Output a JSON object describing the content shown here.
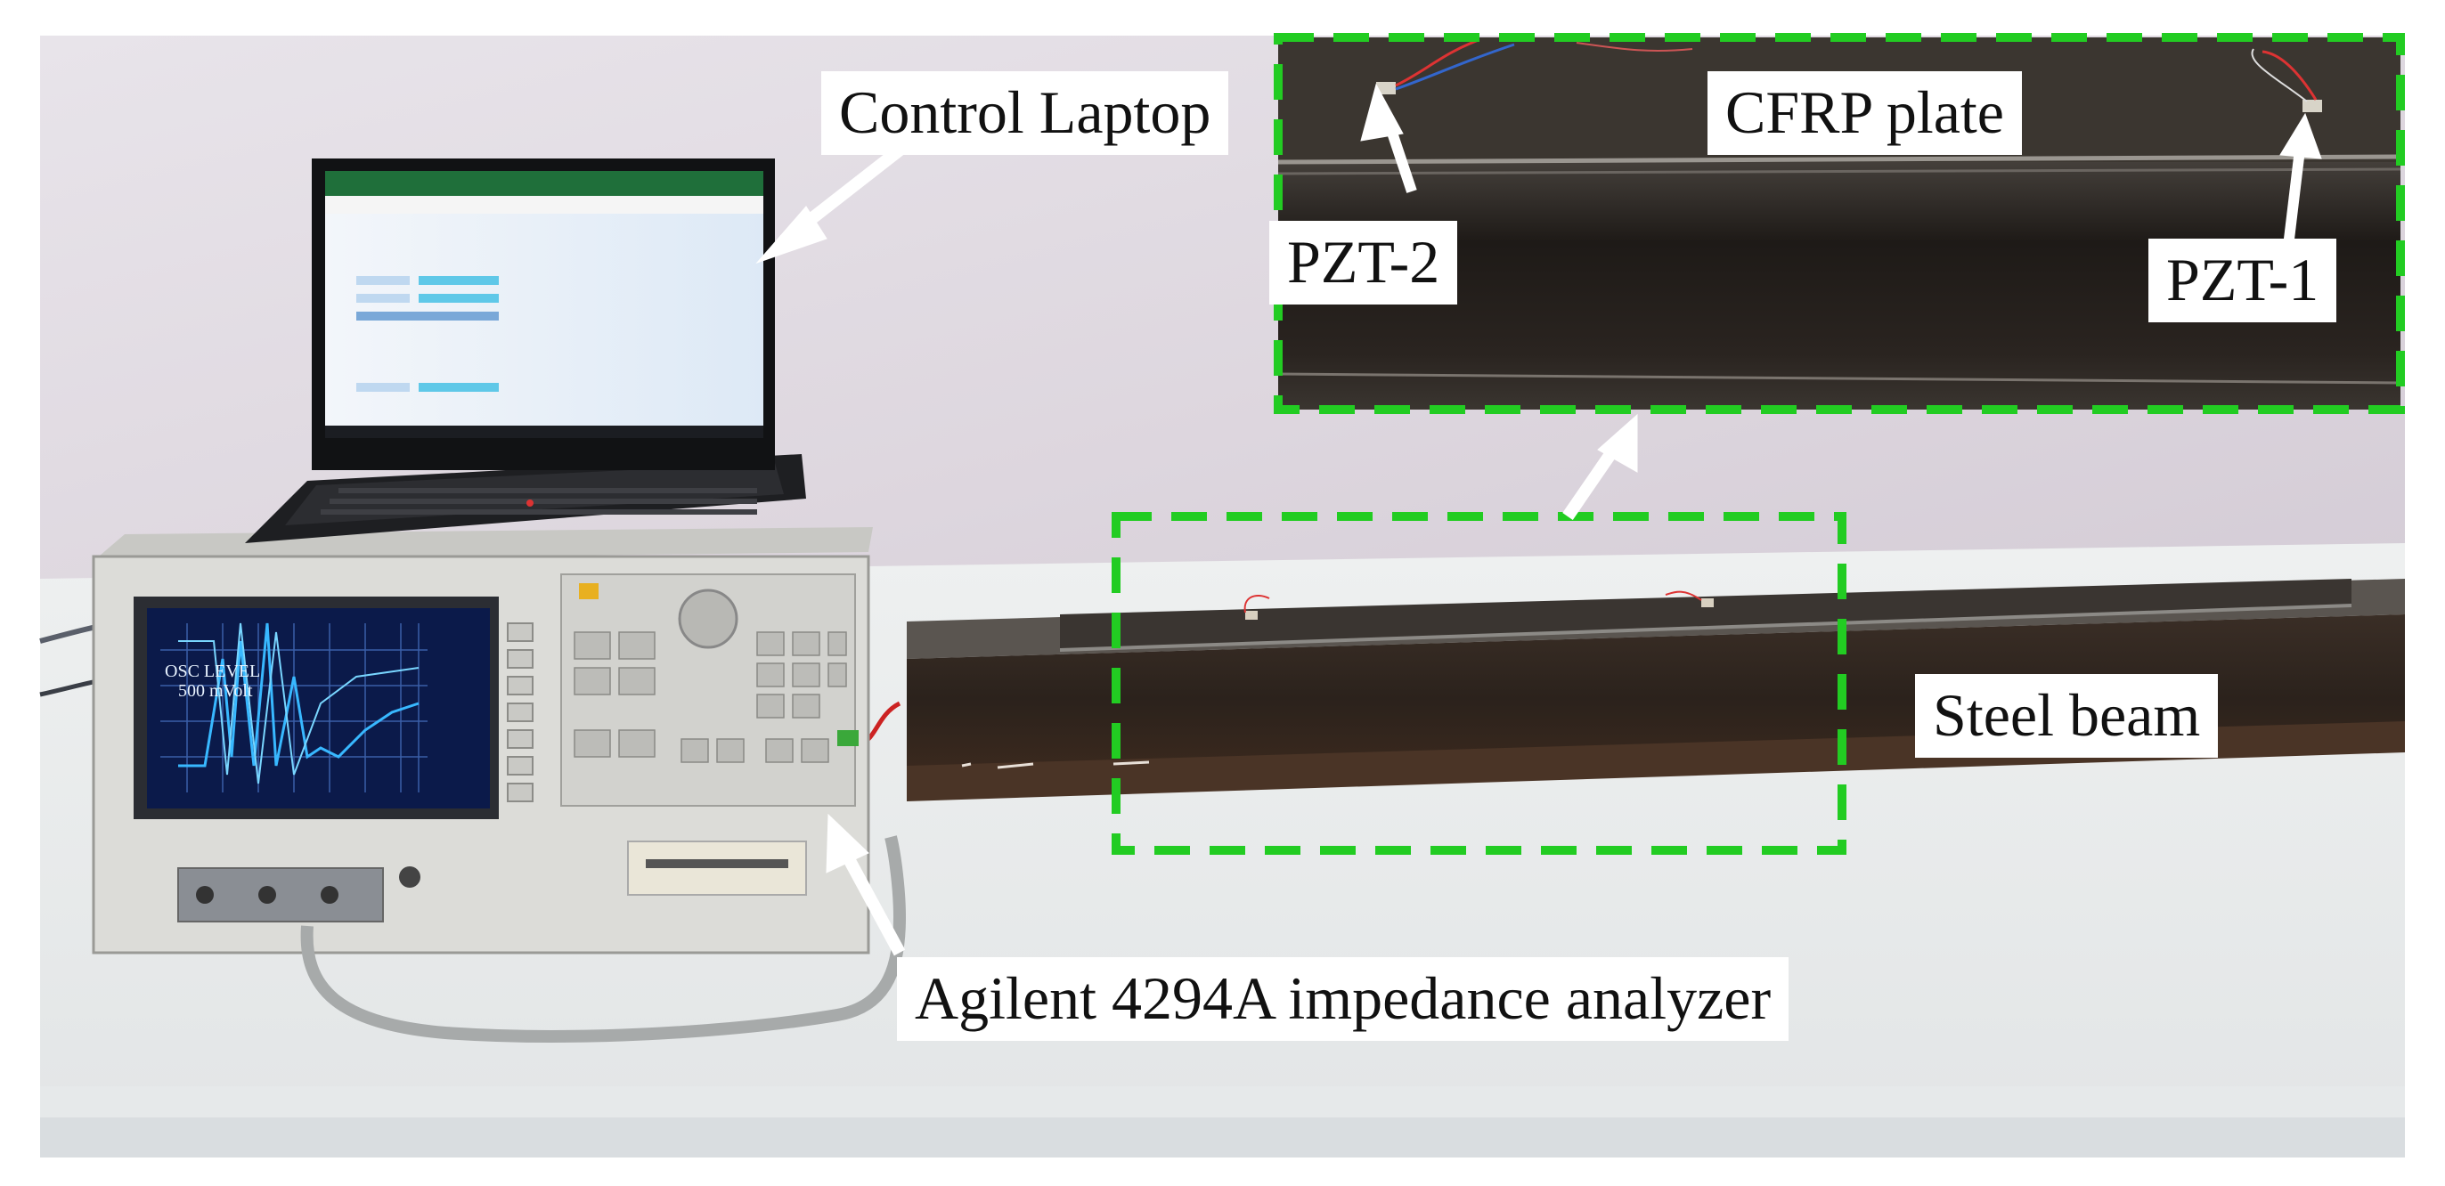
{
  "labels": {
    "control_laptop": "Control Laptop",
    "cfrp_plate": "CFRP plate",
    "pzt_2": "PZT-2",
    "pzt_1": "PZT-1",
    "steel_beam": "Steel beam",
    "analyzer": "Agilent 4294A impedance analyzer"
  },
  "analyzer_screen": {
    "readout_line1": "OSC LEVEL",
    "readout_line2": "500 mVolt"
  },
  "colors": {
    "highlight_box": "#22cc22",
    "arrow": "#ffffff",
    "label_background": "#ffffff",
    "label_text": "#111111",
    "wall": "#e3dde3",
    "table": "#eceeee",
    "beam": "#2f2620",
    "cfrp": "#3a3531",
    "analyzer_body": "#dcdcd8",
    "screen_background": "#0b1a4a",
    "screen_trace": "#38b8ff",
    "laptop_screen": "#eaf2fb"
  }
}
